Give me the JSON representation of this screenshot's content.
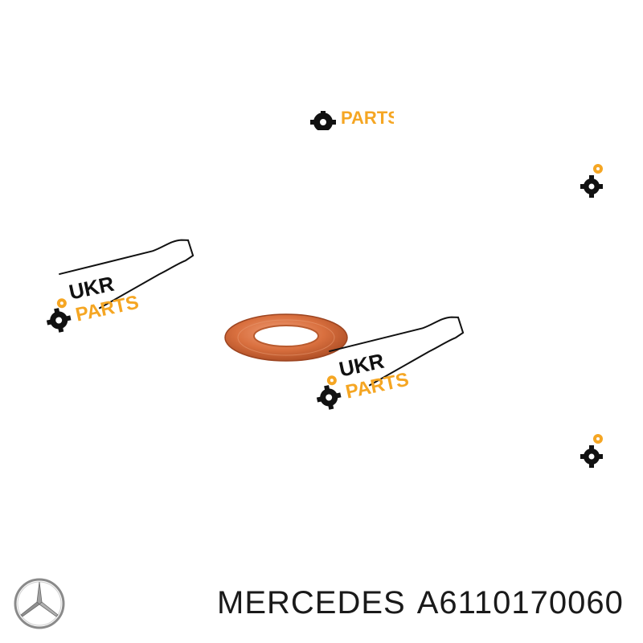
{
  "watermark": {
    "line1": "UKR",
    "line2": "PARTS",
    "icon": "gear-icon",
    "colors": {
      "dark": "#111111",
      "accent": "#f5a623"
    }
  },
  "product": {
    "icon": "copper-washer",
    "color": "#d9703f"
  },
  "footer": {
    "brand_logo": "mercedes-star-logo",
    "brand": "MERCEDES",
    "part_number": "A6110170060"
  }
}
